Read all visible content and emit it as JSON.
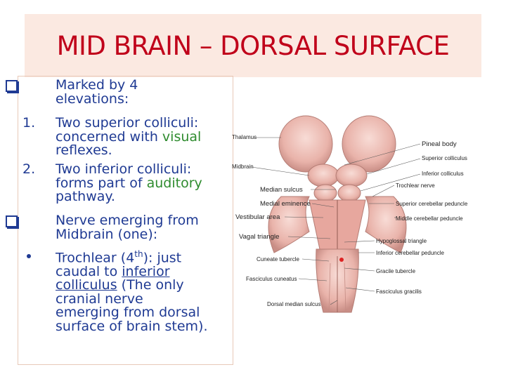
{
  "slide": {
    "title": "MID BRAIN – DORSAL SURFACE"
  },
  "points": [
    {
      "marker": "q",
      "lines": [
        "Marked by 4",
        "elevations:"
      ]
    },
    {
      "marker": "1.",
      "lines": [
        "Two superior colliculi:",
        "concerned with ",
        "visual",
        "reflexes."
      ]
    },
    {
      "marker": "2.",
      "lines": [
        "Two inferior colliculi:",
        "forms part of ",
        "auditory",
        "pathway."
      ]
    },
    {
      "marker": "q",
      "lines": [
        "Nerve emerging from",
        "Midbrain (one):"
      ]
    },
    {
      "marker": "•",
      "lines": [
        "Trochlear (4",
        "th",
        "): just",
        "caudal to ",
        "inferior",
        "colliculus",
        " (The only",
        "cranial nerve",
        "emerging from dorsal",
        "surface of brain stem)."
      ]
    }
  ],
  "diagram_labels": {
    "thalamus": "Thalamus",
    "midbrain": "Midbrain",
    "pineal_body": "Pineal body",
    "superior_colliculus": "Superior colliculus",
    "inferior_colliculus": "Inferior colliculus",
    "median_sulcus": "Median sulcus",
    "trochlear_nerve": "Trochlear nerve",
    "medial_eminence": "Medial eminence",
    "superior_cerebellar_peduncle": "Superior cerebellar peduncle",
    "vestibular_area": "Vestibular area",
    "middle_cerebellar_peduncle": "Middle cerebellar peduncle",
    "vagal_triangle": "Vagal triangle",
    "hypoglossal_triangle": "Hypoglossal triangle",
    "cuneate_tubercle": "Cuneate tubercle",
    "inferior_cerebellar_peduncle": "Inferior cerebellar peduncle",
    "gracile_tubercle": "Gracile tubercle",
    "fasciculus_cuneatus": "Fasciculus cuneatus",
    "fasciculus_gracilis": "Fasciculus gracilis",
    "dorsal_median_sulcus": "Dorsal median sulcus"
  },
  "colors": {
    "title": "#c0001a",
    "text": "#1f3a93",
    "highlight": "#2e8b2e",
    "title_band": "#fbe9e1"
  }
}
